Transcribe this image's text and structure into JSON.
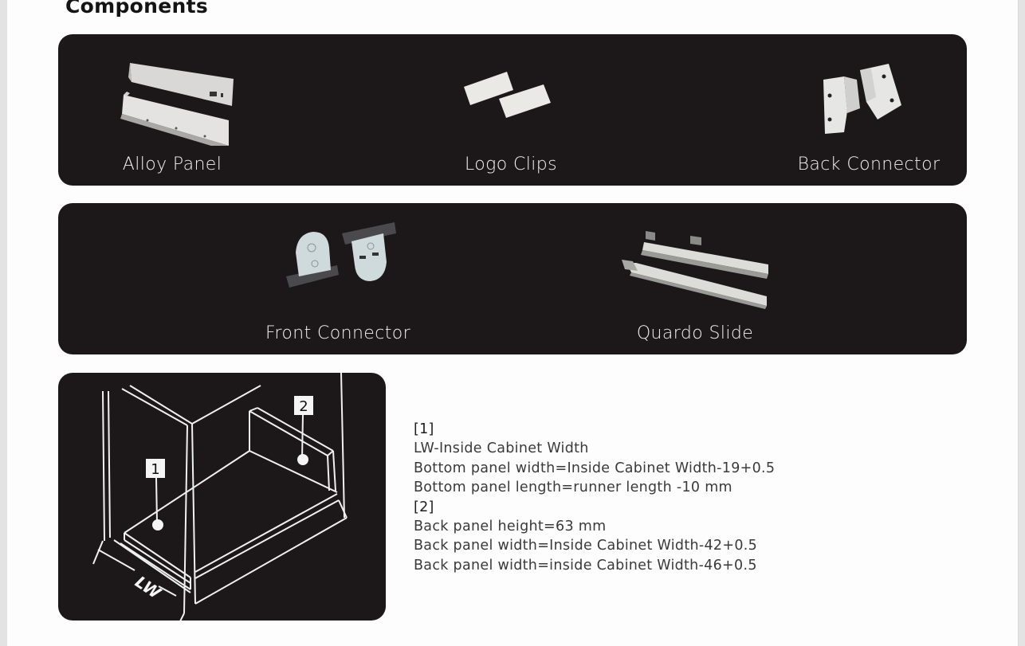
{
  "page": {
    "title": "Components"
  },
  "components_row1": [
    {
      "label": "Alloy Panel",
      "icon": "alloy-panel-image"
    },
    {
      "label": "Logo Clips",
      "icon": "logo-clips-image"
    },
    {
      "label": "Back Connector",
      "icon": "back-connector-image"
    }
  ],
  "components_row2": [
    {
      "label": "Front Connector",
      "icon": "front-connector-image"
    },
    {
      "label": "Quardo Slide",
      "icon": "quardo-slide-image"
    }
  ],
  "diagram": {
    "callout_1": "1",
    "callout_2": "2",
    "dimension_label": "LW"
  },
  "specs": {
    "section_1_header": "[1]",
    "section_1_lines": [
      "LW-Inside Cabinet Width",
      "Bottom panel width=Inside Cabinet Width-19+0.5",
      "Bottom panel length=runner length -10 mm"
    ],
    "section_2_header": "[2]",
    "section_2_lines": [
      "Back panel height=63 mm",
      "Back panel width=Inside Cabinet Width-42+0.5",
      "Back panel width=inside Cabinet Width-46+0.5"
    ]
  },
  "colors": {
    "panel_bg": "#1c1819",
    "page_bg": "#fdfdfd",
    "label_text": "#f2f2f2",
    "body_text": "#3a3a3a"
  }
}
